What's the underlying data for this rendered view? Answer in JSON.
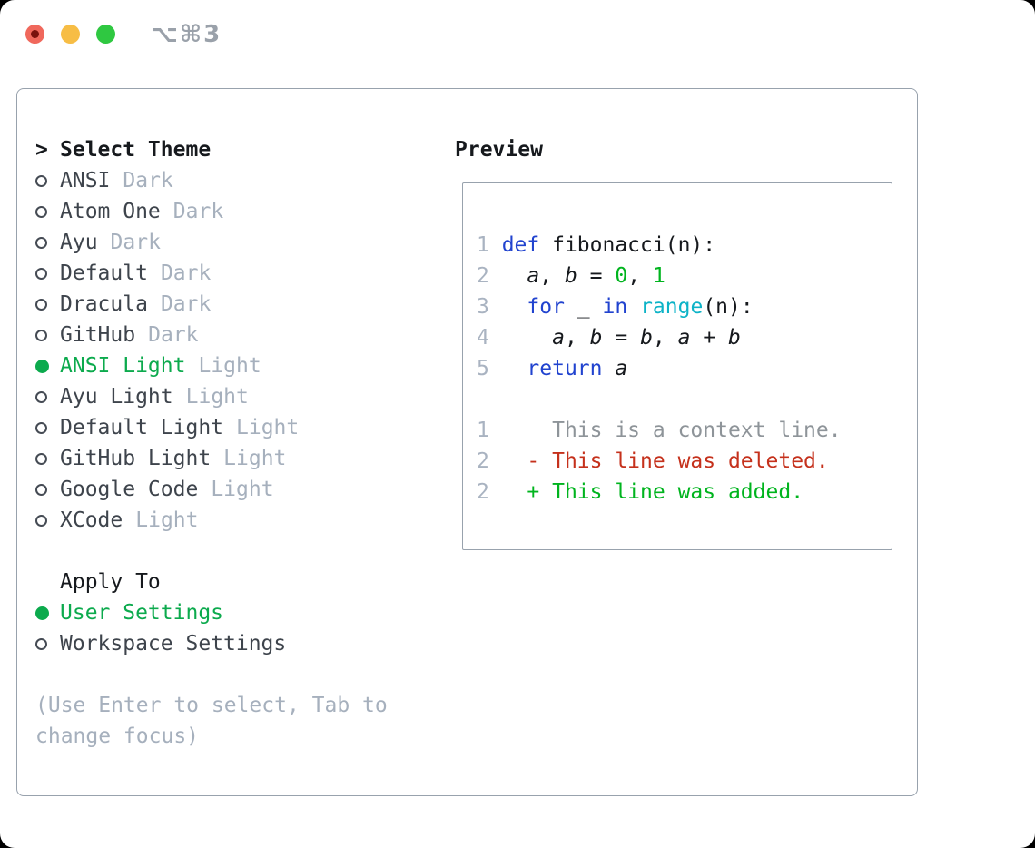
{
  "window": {
    "title": "⌥⌘3"
  },
  "colors": {
    "accent_green": "#0caa4d",
    "vivid_green": "#00b41e",
    "deleted_red": "#c5311c",
    "keyword_blue": "#2143cf",
    "builtin_cyan": "#0db3c7",
    "muted_gray": "#a6b0bd",
    "line_number_gray": "#a9b3c1",
    "context_gray": "#8e9499",
    "text_dark": "#16191d",
    "item_text": "#3e444c",
    "border_gray": "#98a2ad"
  },
  "theme_picker": {
    "header_prefix": ">",
    "header": "Select Theme",
    "themes": [
      {
        "name": "ANSI",
        "variant": "Dark",
        "selected": false
      },
      {
        "name": "Atom One",
        "variant": "Dark",
        "selected": false
      },
      {
        "name": "Ayu",
        "variant": "Dark",
        "selected": false
      },
      {
        "name": "Default",
        "variant": "Dark",
        "selected": false
      },
      {
        "name": "Dracula",
        "variant": "Dark",
        "selected": false
      },
      {
        "name": "GitHub",
        "variant": "Dark",
        "selected": false
      },
      {
        "name": "ANSI Light",
        "variant": "Light",
        "selected": true
      },
      {
        "name": "Ayu Light",
        "variant": "Light",
        "selected": false
      },
      {
        "name": "Default Light",
        "variant": "Light",
        "selected": false
      },
      {
        "name": "GitHub Light",
        "variant": "Light",
        "selected": false
      },
      {
        "name": "Google Code",
        "variant": "Light",
        "selected": false
      },
      {
        "name": "XCode",
        "variant": "Light",
        "selected": false
      }
    ],
    "apply_to": {
      "header": "Apply To",
      "options": [
        {
          "label": "User Settings",
          "selected": true
        },
        {
          "label": "Workspace Settings",
          "selected": false
        }
      ]
    },
    "hint_lines": [
      "(Use Enter to select, Tab to",
      "change focus)"
    ]
  },
  "preview": {
    "title": "Preview",
    "code_lines": [
      {
        "num": "1",
        "segments": [
          {
            "t": "def",
            "c": "kw"
          },
          {
            "t": " fibonacci(n):",
            "c": "plain"
          }
        ]
      },
      {
        "num": "2",
        "segments": [
          {
            "t": "  ",
            "c": "plain"
          },
          {
            "t": "a",
            "c": "var"
          },
          {
            "t": ", ",
            "c": "plain"
          },
          {
            "t": "b",
            "c": "var"
          },
          {
            "t": " = ",
            "c": "plain"
          },
          {
            "t": "0",
            "c": "num"
          },
          {
            "t": ", ",
            "c": "plain"
          },
          {
            "t": "1",
            "c": "num"
          }
        ]
      },
      {
        "num": "3",
        "segments": [
          {
            "t": "  ",
            "c": "plain"
          },
          {
            "t": "for",
            "c": "kw"
          },
          {
            "t": " _ ",
            "c": "plain"
          },
          {
            "t": "in",
            "c": "kw"
          },
          {
            "t": " ",
            "c": "plain"
          },
          {
            "t": "range",
            "c": "builtin"
          },
          {
            "t": "(n):",
            "c": "plain"
          }
        ]
      },
      {
        "num": "4",
        "segments": [
          {
            "t": "    ",
            "c": "plain"
          },
          {
            "t": "a",
            "c": "var"
          },
          {
            "t": ", ",
            "c": "plain"
          },
          {
            "t": "b",
            "c": "var"
          },
          {
            "t": " = ",
            "c": "plain"
          },
          {
            "t": "b",
            "c": "var"
          },
          {
            "t": ", ",
            "c": "plain"
          },
          {
            "t": "a",
            "c": "var"
          },
          {
            "t": " + ",
            "c": "plain"
          },
          {
            "t": "b",
            "c": "var"
          }
        ]
      },
      {
        "num": "5",
        "segments": [
          {
            "t": "  ",
            "c": "plain"
          },
          {
            "t": "return",
            "c": "kw"
          },
          {
            "t": " ",
            "c": "plain"
          },
          {
            "t": "a",
            "c": "var"
          }
        ]
      }
    ],
    "diff_lines": [
      {
        "num": "1",
        "segments": [
          {
            "t": "    This is a context line.",
            "c": "ctx"
          }
        ]
      },
      {
        "num": "2",
        "segments": [
          {
            "t": "  - This line was deleted.",
            "c": "del"
          }
        ]
      },
      {
        "num": "2",
        "segments": [
          {
            "t": "  + This line was added.",
            "c": "add"
          }
        ]
      }
    ]
  }
}
